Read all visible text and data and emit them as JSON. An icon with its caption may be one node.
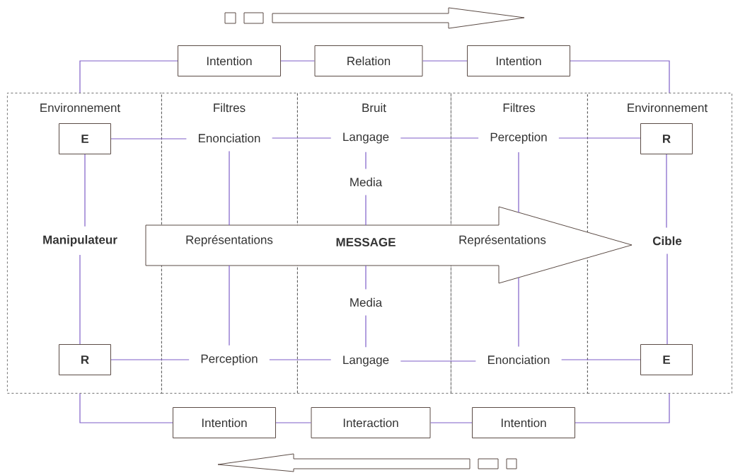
{
  "diagram": {
    "nodes": [
      {
        "text": [
          "Intention"
        ]
      },
      {
        "text": [
          "Relation"
        ]
      },
      {
        "text": [
          "Intention"
        ]
      },
      {
        "text": [
          "Environnement"
        ]
      },
      {
        "text": [
          "E"
        ],
        "in": 3
      },
      {
        "text": [
          "Manipulateur"
        ],
        "in": 3
      },
      {
        "text": [
          "R"
        ],
        "in": 3
      },
      {
        "text": [
          "Filtres"
        ]
      },
      {
        "text": [
          "Enonciation"
        ],
        "in": 7
      },
      {
        "text": [
          "Perception"
        ],
        "in": 7
      },
      {
        "text": [
          "Bruit"
        ]
      },
      {
        "text": [
          "Langage"
        ],
        "in": 10
      },
      {
        "text": [
          "Media"
        ],
        "in": 10
      },
      {
        "text": [
          "Media"
        ],
        "in": 10
      },
      {
        "text": [
          "Langage"
        ],
        "in": 10
      },
      {
        "text": [
          "Filtres"
        ]
      },
      {
        "text": [
          "Perception"
        ],
        "in": 15
      },
      {
        "text": [
          "Enonciation"
        ],
        "in": 15
      },
      {
        "text": [
          "Environnement"
        ]
      },
      {
        "text": [
          "R"
        ],
        "in": 18
      },
      {
        "text": [
          "Cible"
        ],
        "in": 18
      },
      {
        "text": [
          "E"
        ],
        "in": 18
      },
      {
        "text": [
          "Représentations",
          "MESSAGE",
          "Représentations"
        ]
      },
      {
        "text": [
          "Intention"
        ]
      },
      {
        "text": [
          "Interaction"
        ]
      },
      {
        "text": [
          "Intention"
        ]
      }
    ],
    "edges": [
      {
        "from": 3,
        "to": 0,
        "arrow": "none"
      },
      {
        "from": 0,
        "to": 1,
        "arrow": "none"
      },
      {
        "from": 1,
        "to": 2,
        "arrow": "none"
      },
      {
        "from": 2,
        "to": 18,
        "arrow": "none"
      },
      {
        "from": 4,
        "to": 8,
        "arrow": "none"
      },
      {
        "from": 8,
        "to": 11,
        "arrow": "none"
      },
      {
        "from": 11,
        "to": 16,
        "arrow": "none"
      },
      {
        "from": 16,
        "to": 19,
        "arrow": "none"
      },
      {
        "from": 4,
        "to": 5,
        "arrow": "none"
      },
      {
        "from": 5,
        "to": 6,
        "arrow": "none"
      },
      {
        "from": 8,
        "to": 22,
        "arrow": "none"
      },
      {
        "from": 22,
        "to": 9,
        "arrow": "none"
      },
      {
        "from": 11,
        "to": 12,
        "arrow": "none"
      },
      {
        "from": 12,
        "to": 22,
        "arrow": "none"
      },
      {
        "from": 22,
        "to": 13,
        "arrow": "none"
      },
      {
        "from": 13,
        "to": 14,
        "arrow": "none"
      },
      {
        "from": 16,
        "to": 22,
        "arrow": "none"
      },
      {
        "from": 22,
        "to": 17,
        "arrow": "none"
      },
      {
        "from": 19,
        "to": 20,
        "arrow": "none"
      },
      {
        "from": 20,
        "to": 21,
        "arrow": "none"
      },
      {
        "from": 6,
        "to": 9,
        "arrow": "none"
      },
      {
        "from": 9,
        "to": 14,
        "arrow": "none"
      },
      {
        "from": 14,
        "to": 17,
        "arrow": "none"
      },
      {
        "from": 17,
        "to": 21,
        "arrow": "none"
      },
      {
        "from": 3,
        "to": 23,
        "arrow": "none"
      },
      {
        "from": 23,
        "to": 24,
        "arrow": "none"
      },
      {
        "from": 24,
        "to": 25,
        "arrow": "none"
      },
      {
        "from": 25,
        "to": 18,
        "arrow": "none"
      }
    ]
  }
}
